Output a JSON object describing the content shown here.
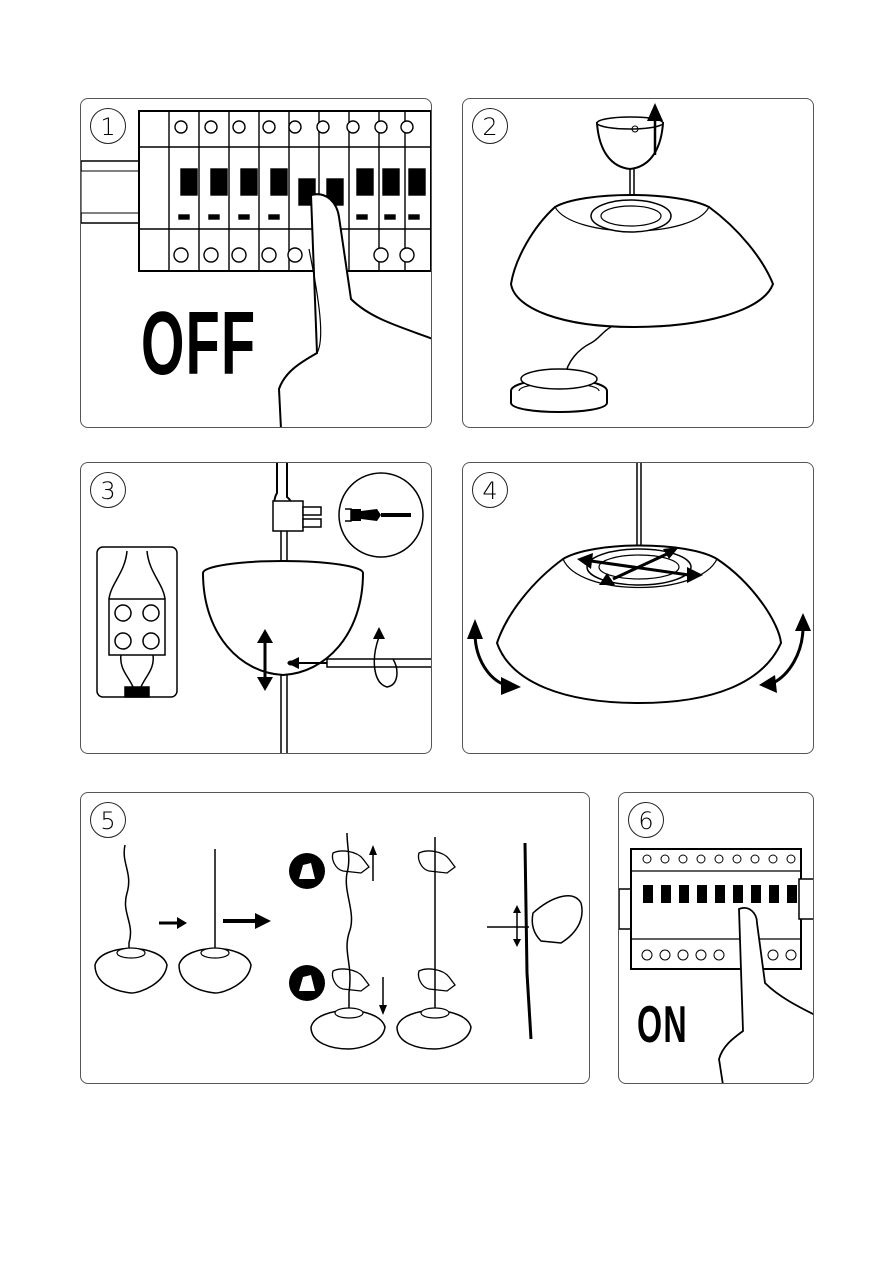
{
  "steps": [
    {
      "number": "1",
      "label": "OFF"
    },
    {
      "number": "2"
    },
    {
      "number": "3"
    },
    {
      "number": "4"
    },
    {
      "number": "5"
    },
    {
      "number": "6",
      "label": "ON"
    }
  ],
  "icons": [
    "circuit-breaker-icon",
    "finger-icon",
    "ceiling-canopy-icon",
    "up-arrow-icon",
    "lamp-shade-icon",
    "terminal-block-icon",
    "screwdriver-icon",
    "rotate-arrow-icon",
    "cable-icon",
    "hand-icon"
  ]
}
